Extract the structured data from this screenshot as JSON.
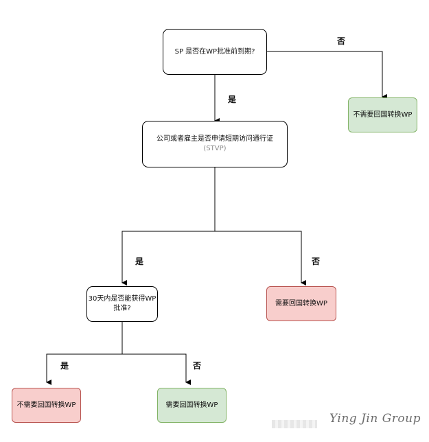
{
  "nodes": {
    "q1": {
      "text": "SP 是否在WP批准前到期?"
    },
    "q2": {
      "line1": "公司或者雇主是否申请短期访问通行证",
      "line2": "(STVP)"
    },
    "q3": {
      "line1": "30天内是否能获得WP",
      "line2": "批准?"
    },
    "r_top": {
      "text": "不需要回国转换WP"
    },
    "r_mid": {
      "text": "需要回国转换WP"
    },
    "r_bl": {
      "text": "不需要回国转换WP"
    },
    "r_br": {
      "text": "需要回国转换WP"
    }
  },
  "labels": {
    "q1_no": "否",
    "q1_yes": "是",
    "q2_yes": "是",
    "q2_no": "否",
    "q3_yes": "是",
    "q3_no": "否"
  },
  "watermark": "Ying Jin Group",
  "colors": {
    "green_fill": "#d5e8d4",
    "green_border": "#82b366",
    "red_fill": "#f8cecc",
    "red_border": "#b85450"
  }
}
